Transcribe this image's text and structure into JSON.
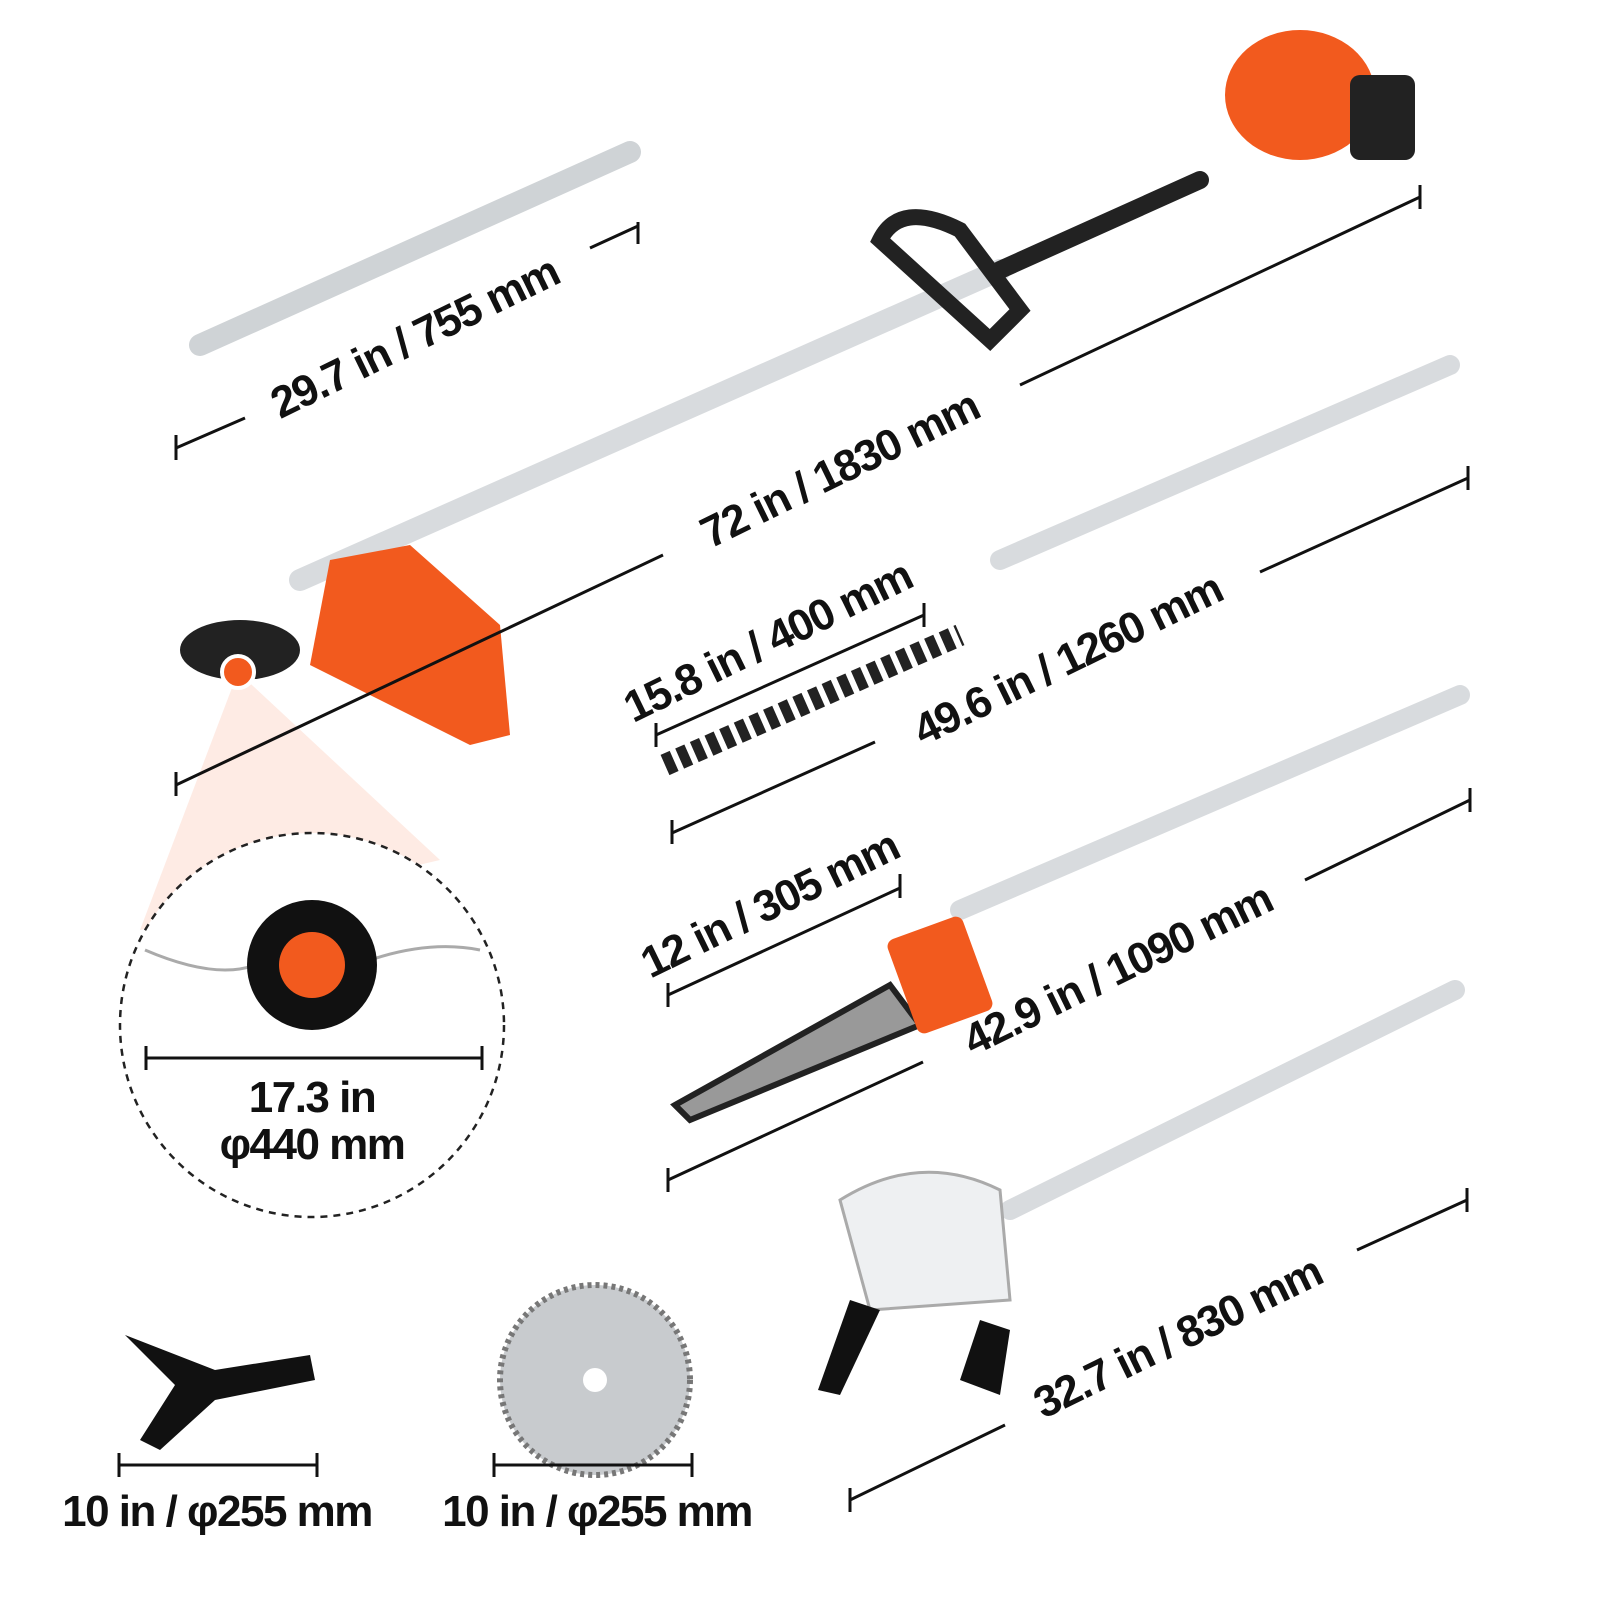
{
  "colors": {
    "accent": "#f25a1e",
    "shaft": "#e4e6e8",
    "ink": "#111111",
    "highlight": "#fde3d8"
  },
  "labels": {
    "extension_pole": "29.7 in / 755 mm",
    "main_unit": "72 in / 1830 mm",
    "hedge_blade": "15.8 in / 400 mm",
    "hedge_trimmer": "49.6 in / 1260 mm",
    "chain_bar": "12 in / 305 mm",
    "pole_saw": "42.9 in / 1090 mm",
    "edger": "32.7 in / 830 mm",
    "trimmer_head_in": "17.3 in",
    "trimmer_head_mm": "φ440 mm",
    "three_tooth_blade": "10 in / φ255 mm",
    "circular_blade": "10 in / φ255 mm"
  }
}
